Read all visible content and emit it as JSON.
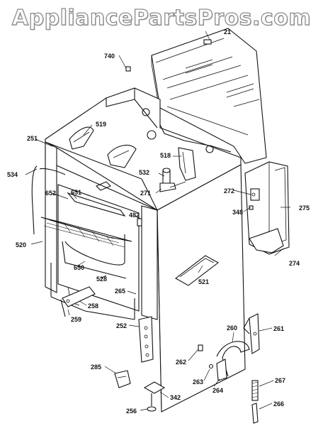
{
  "watermark": "AppliancePartsPros.com",
  "part_labels": {
    "p21": "21",
    "p740": "740",
    "p519": "519",
    "p251": "251",
    "p534": "534",
    "p652": "652",
    "p651": "651",
    "p518": "518",
    "p532": "532",
    "p271": "271",
    "p272": "272",
    "p348": "348",
    "p275": "275",
    "p482": "482",
    "p520": "520",
    "p650": "650",
    "p528": "528",
    "p265": "265",
    "p521": "521",
    "p274": "274",
    "p258": "258",
    "p259": "259",
    "p252": "252",
    "p260": "260",
    "p261": "261",
    "p262": "262",
    "p285": "285",
    "p263": "263",
    "p264": "264",
    "p267": "267",
    "p342": "342",
    "p256": "256",
    "p266": "266"
  }
}
